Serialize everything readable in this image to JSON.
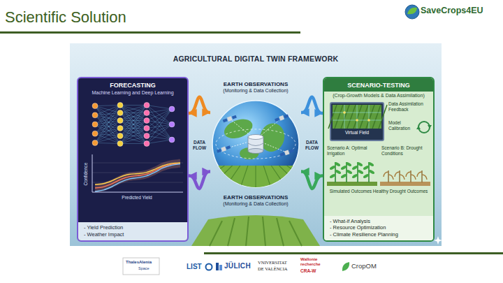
{
  "diagram": {
    "title": "Scientific Solution",
    "nodes": [
      {
        "text": [
          "AGRICULTURAL DIGITAL TWIN FRAMEWORK"
        ]
      },
      {
        "text": [
          "FORECASTING",
          "Machine Learning and Deep Learning",
          "- Yield Prediction",
          "- Weather Impact"
        ],
        "in": 0
      },
      {
        "text": [
          "EARTH OBSERVATIONS",
          "(Monitoring & Data Collection)",
          "EARTH OBSERVATIONS",
          "(Monitoring & Data Collection)"
        ],
        "in": 0
      },
      {
        "text": [
          "SCENARIO-TESTING",
          "(Crop-Growth Models & Data Assimilation)",
          "- What-if Analysis",
          "- Resource Optimization",
          "- Climate Resilience Planning"
        ],
        "in": 0
      },
      {
        "text": [
          "Virtual Field"
        ],
        "in": 3
      }
    ],
    "edges": [
      {
        "from": 2,
        "to": 1,
        "arrow": "both"
      },
      {
        "from": 1,
        "to": 2,
        "arrow": "both"
      },
      {
        "from": 2,
        "to": 3,
        "arrow": "both"
      },
      {
        "from": 3,
        "to": 2,
        "arrow": "both"
      }
    ],
    "labels": [
      "SaveCrops4EU",
      "Confidence",
      "Predicted Yield",
      "DATA FLOW",
      "DATA FLOW",
      "Data Assimilation Feedback",
      "Model Calibration",
      "Scenario A: Optimal Irrigation",
      "Scenario B: Drought Conditions",
      "Simulated Outcomes Healthy Drought Outcomes",
      "ThalesAlenia",
      "Space",
      "LIST",
      "JÜLICH",
      "VNIVERSITAT",
      "DE VALÈNCIA",
      "Wallonie recherche",
      "CRA-W",
      "CropOM"
    ]
  }
}
